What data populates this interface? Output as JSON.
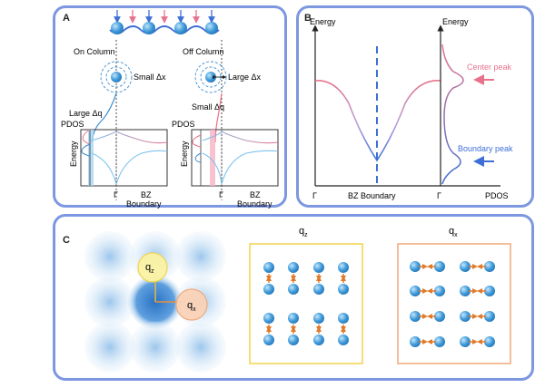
{
  "panel_a": {
    "label": "A",
    "on_column": "On Column",
    "off_column": "Off Column",
    "small_dx": "Small Δx",
    "large_dx": "Large Δx",
    "large_dq": "Large Δq",
    "small_dq": "Small Δq",
    "pdos": "PDOS",
    "energy": "Energy",
    "gamma": "Γ",
    "bz": "BZ",
    "boundary": "Boundary"
  },
  "panel_b": {
    "label": "B",
    "energy_left": "Energy",
    "energy_right": "Energy",
    "gamma_left": "Γ",
    "bz_boundary": "BZ Boundary",
    "gamma_right": "Γ",
    "pdos": "PDOS",
    "center_peak": "Center peak",
    "boundary_peak": "Boundary peak"
  },
  "panel_c": {
    "label": "C",
    "qz": "q",
    "qz_sub": "z",
    "qx": "q",
    "qx_sub": "x",
    "title_qz": "q",
    "title_qz_sub": "z",
    "title_qx": "q",
    "title_qx_sub": "x"
  },
  "colors": {
    "frame": "#7d97e0",
    "blue": "#3d6fd6",
    "pink": "#e8728c",
    "atom": "#4aa3e0",
    "yellow_frame": "#f2d24a",
    "orange_frame": "#f0a878"
  }
}
